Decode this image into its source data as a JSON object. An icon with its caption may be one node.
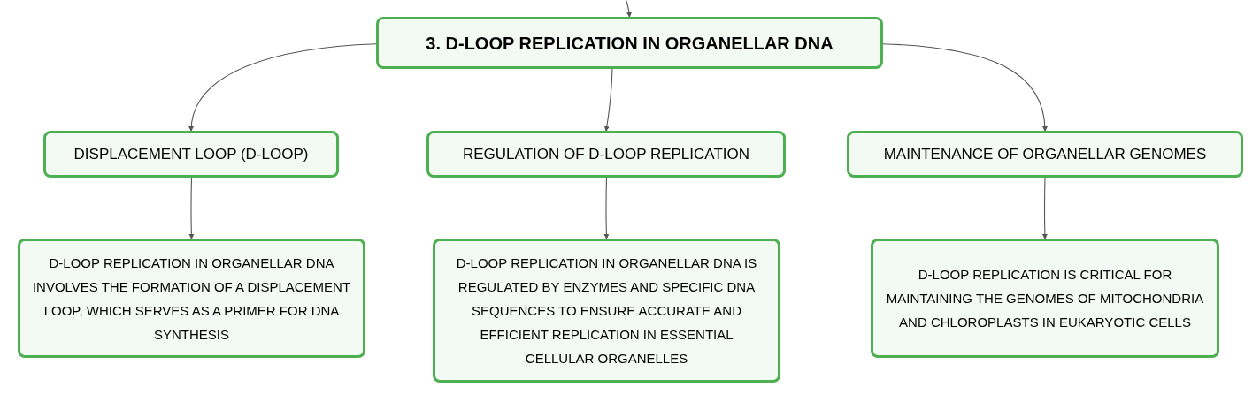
{
  "diagram": {
    "nodes": [
      {
        "text": [
          "3. D-LOOP REPLICATION IN ORGANELLAR DNA"
        ]
      },
      {
        "text": [
          "DISPLACEMENT LOOP (D-LOOP)"
        ]
      },
      {
        "text": [
          "REGULATION OF D-LOOP REPLICATION"
        ]
      },
      {
        "text": [
          "MAINTENANCE OF ORGANELLAR GENOMES"
        ]
      },
      {
        "text": [
          "D-LOOP REPLICATION IN ORGANELLAR DNA INVOLVES THE FORMATION OF A DISPLACEMENT LOOP, WHICH SERVES AS A PRIMER FOR DNA SYNTHESIS"
        ]
      },
      {
        "text": [
          "D-LOOP REPLICATION IN ORGANELLAR DNA IS REGULATED BY ENZYMES AND SPECIFIC DNA SEQUENCES TO ENSURE ACCURATE AND EFFICIENT REPLICATION IN ESSENTIAL CELLULAR ORGANELLES"
        ]
      },
      {
        "text": [
          "D-LOOP REPLICATION IS CRITICAL FOR MAINTAINING THE GENOMES OF MITOCHONDRIA AND CHLOROPLASTS IN EUKARYOTIC CELLS"
        ]
      }
    ],
    "edges": [
      {
        "from": null,
        "to": 0,
        "arrow": "to"
      },
      {
        "from": 0,
        "to": 1,
        "arrow": "to"
      },
      {
        "from": 0,
        "to": 2,
        "arrow": "to"
      },
      {
        "from": 0,
        "to": 3,
        "arrow": "to"
      },
      {
        "from": 1,
        "to": 4,
        "arrow": "to"
      },
      {
        "from": 2,
        "to": 5,
        "arrow": "to"
      },
      {
        "from": 3,
        "to": 6,
        "arrow": "to"
      }
    ]
  }
}
